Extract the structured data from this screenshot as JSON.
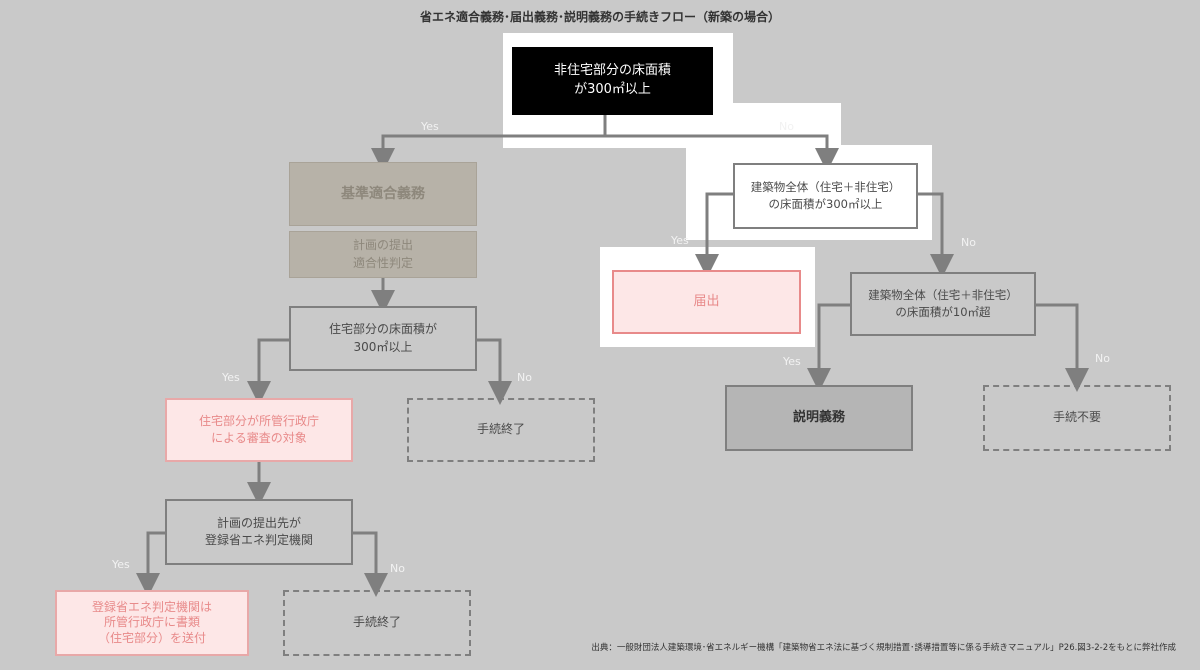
{
  "title": "省エネ適合義務･届出義務･説明義務の手続きフロー（新築の場合）",
  "nodes": {
    "start": "非住宅部分の床面積\nが300㎡以上",
    "kijun": "基準適合義務",
    "keikaku": "計画の提出\n適合性判定",
    "jutaku300": "住宅部分の床面積が\n300㎡以上",
    "shinsa": "住宅部分が所管行政庁\nによる審査の対象",
    "end1": "手続終了",
    "teishutsusaki": "計画の提出先が\n登録省エネ判定機関",
    "soufu": "登録省エネ判定機関は\n所管行政庁に書類\n（住宅部分）を送付",
    "end2": "手続終了",
    "zentai300": "建築物全体（住宅＋非住宅）\nの床面積が300㎡以上",
    "todokede": "届出",
    "zentai10": "建築物全体（住宅＋非住宅）\nの床面積が10㎡超",
    "setsumei": "説明義務",
    "fuyou": "手続不要"
  },
  "edge_labels": {
    "yes": "Yes",
    "no": "No"
  },
  "source": "出典：一般財団法人建築環境･省エネルギー機構「建築物省エネ法に基づく規制措置･誘導措置等に係る手続きマニュアル」P26.図3-2-2をもとに弊社作成",
  "colors": {
    "background": "#c9c9c9",
    "start_fill": "#000000",
    "muted_box_fill": "#b7b2a8",
    "muted_box_text": "#8e887c",
    "pink_fill": "#fde7e7",
    "pink_border": "#e88a8a",
    "pink_text": "#e88a8a",
    "setsumei_fill": "#b5b5b5",
    "line": "#7f7f7f"
  }
}
